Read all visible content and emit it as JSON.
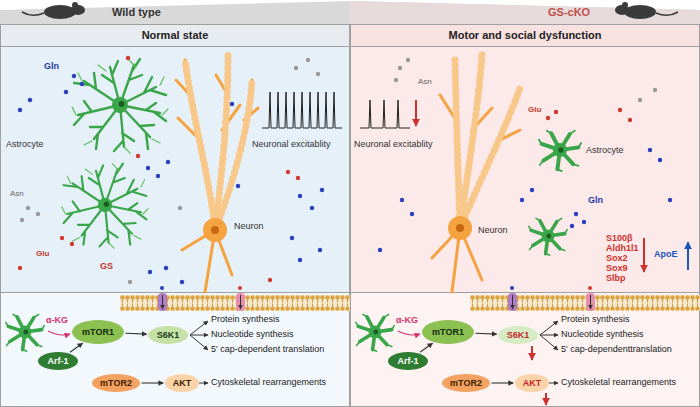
{
  "diagram": {
    "nodes": [
      {
        "text": [
          "Normal state"
        ]
      },
      {
        "text": [
          "Motor and social dysfunction"
        ]
      },
      {
        "text": [
          "mTOR1"
        ],
        "in": 0
      },
      {
        "text": [
          "Arf-1"
        ],
        "in": 0
      },
      {
        "text": [
          "S6K1"
        ],
        "in": 0
      },
      {
        "text": [
          "mTOR2"
        ],
        "in": 0
      },
      {
        "text": [
          "AKT"
        ],
        "in": 0
      },
      {
        "text": [
          "mTOR1"
        ],
        "in": 1
      },
      {
        "text": [
          "Arf-1"
        ],
        "in": 1
      },
      {
        "text": [
          "S6K1"
        ],
        "in": 1
      },
      {
        "text": [
          "mTOR2"
        ],
        "in": 1
      },
      {
        "text": [
          "AKT"
        ],
        "in": 1
      }
    ],
    "edges": [
      {
        "from": 3,
        "to": 2,
        "arrow": "to"
      },
      {
        "from": 2,
        "to": 4,
        "arrow": "to"
      },
      {
        "from": 5,
        "to": 6,
        "arrow": "to"
      },
      {
        "from": 8,
        "to": 7,
        "arrow": "to"
      },
      {
        "from": 7,
        "to": 9,
        "arrow": "to"
      },
      {
        "from": 10,
        "to": 11,
        "arrow": "to"
      }
    ],
    "labels": [
      "Wild type",
      "GS-cKO",
      "Gln",
      "Astrocyte",
      "Asn",
      "Neuronal excitablity",
      "Neuron",
      "Glu",
      "GS",
      "α-KG",
      "Protein synthesis",
      "Nucleotide synthesis",
      "5' cap-dependent translation",
      "Cytoskeletal rearrangements",
      "Asn",
      "Glu",
      "Neuronal excitablity",
      "Astrocyte",
      "Gln",
      "Neuron",
      "S100β",
      "Aldh1l1",
      "Sox2",
      "Sox9",
      "Slbp",
      "ApoE",
      "α-KG",
      "Protein synthesis",
      "Nucleotide synthesis",
      "5' cap-dependenttranslation",
      "Cytoskeletal rearrangements"
    ]
  }
}
